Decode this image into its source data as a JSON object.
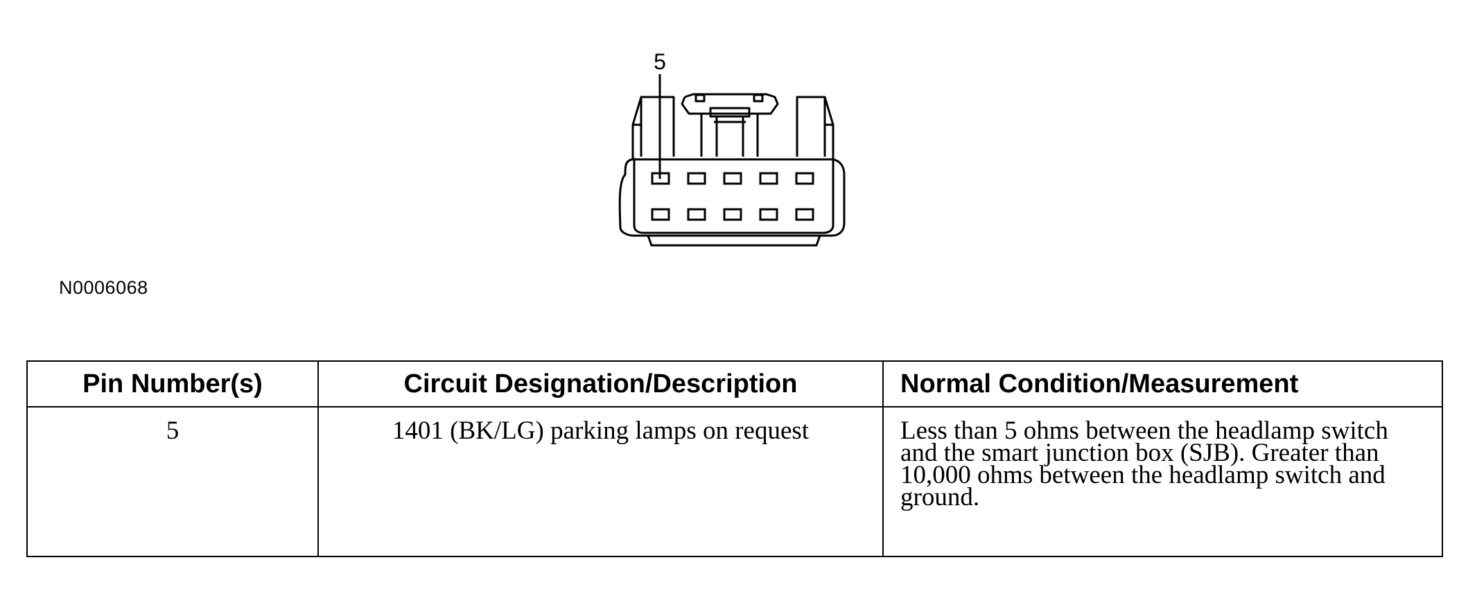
{
  "diagram": {
    "pin_callout": "5",
    "figure_id": "N0006068"
  },
  "table": {
    "headers": {
      "pins": "Pin Number(s)",
      "circuit": "Circuit Designation/Description",
      "condition": "Normal Condition/Measurement"
    },
    "rows": [
      {
        "pins": "5",
        "circuit": "1401 (BK/LG) parking lamps on request",
        "condition": "Less than 5 ohms between the headlamp switch and the smart junction box (SJB). Greater than 10,000 ohms between the headlamp switch and ground."
      }
    ]
  }
}
